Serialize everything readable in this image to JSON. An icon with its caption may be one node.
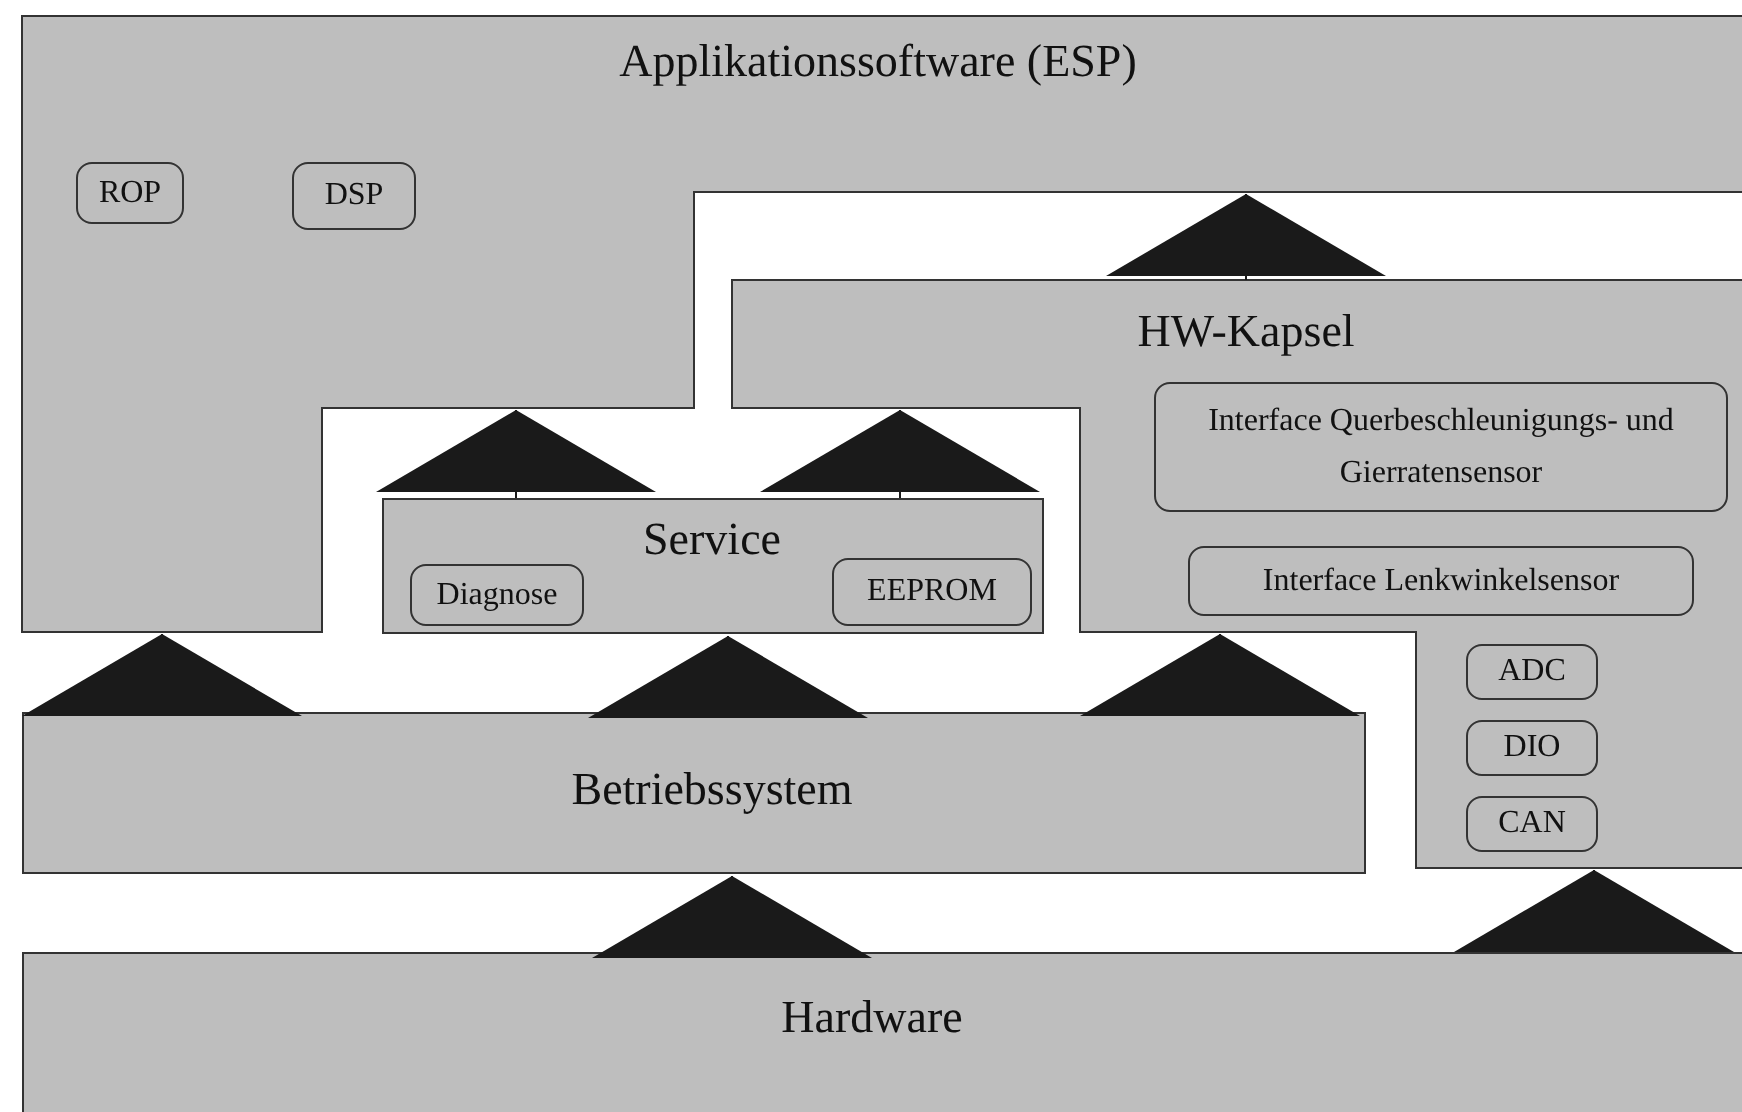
{
  "diagram": {
    "nodes": [
      {
        "text": [
          "Applikationssoftware (ESP)"
        ]
      },
      {
        "text": [
          "ROP"
        ],
        "in": 0
      },
      {
        "text": [
          "DSP"
        ],
        "in": 0
      },
      {
        "text": [
          "HW-Kapsel"
        ]
      },
      {
        "text": [
          "Interface Querbeschleunigungs- und Gierratensensor"
        ],
        "in": 3
      },
      {
        "text": [
          "Interface Lenkwinkelsensor"
        ],
        "in": 3
      },
      {
        "text": [
          "Service"
        ]
      },
      {
        "text": [
          "Diagnose"
        ],
        "in": 6
      },
      {
        "text": [
          "EEPROM"
        ],
        "in": 6
      },
      {
        "text": [
          "ADC"
        ],
        "in": 3
      },
      {
        "text": [
          "DIO"
        ],
        "in": 3
      },
      {
        "text": [
          "CAN"
        ],
        "in": 3
      },
      {
        "text": [
          "Betriebssystem"
        ]
      },
      {
        "text": [
          "Hardware"
        ]
      }
    ],
    "edges": [
      {
        "from": 6,
        "to": 0,
        "arrow": "to"
      },
      {
        "from": 6,
        "to": 3,
        "arrow": "to"
      },
      {
        "from": 3,
        "to": 0,
        "arrow": "to"
      },
      {
        "from": 12,
        "to": 0,
        "arrow": "to"
      },
      {
        "from": 12,
        "to": 6,
        "arrow": "to"
      },
      {
        "from": 12,
        "to": 3,
        "arrow": "to"
      },
      {
        "from": 13,
        "to": 12,
        "arrow": "to"
      },
      {
        "from": 13,
        "to": 3,
        "arrow": "to"
      }
    ]
  }
}
